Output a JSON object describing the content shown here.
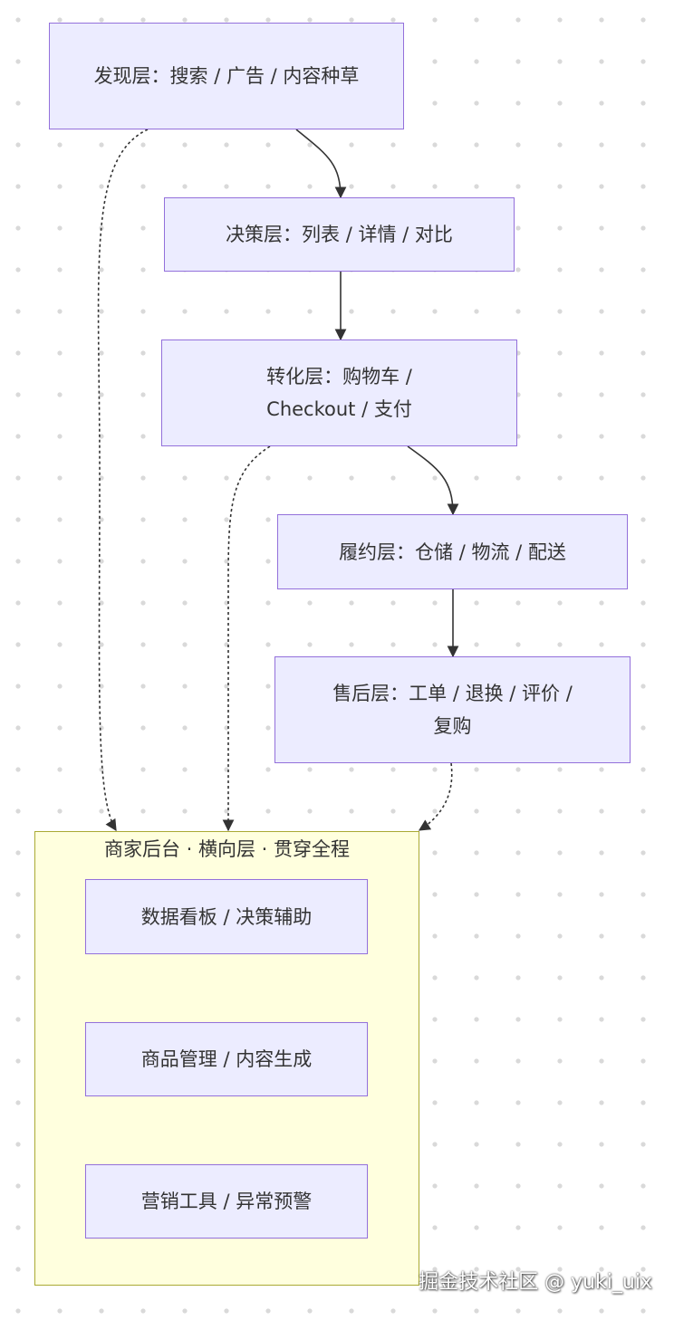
{
  "nodes": {
    "discovery": "发现层：搜索 / 广告 / 内容种草",
    "decision": "决策层：列表 / 详情 / 对比",
    "conversion": "转化层：购物车 / Checkout / 支付",
    "fulfillment": "履约层：仓储 / 物流 / 配送",
    "aftersales": "售后层：工单 / 退换 / 评价 / 复购"
  },
  "merchant": {
    "title": "商家后台 · 横向层 · 贯穿全程",
    "items": [
      "数据看板 / 决策辅助",
      "商品管理 / 内容生成",
      "营销工具 / 异常预警"
    ]
  },
  "watermark": "掘金技术社区 @ yuki_uix",
  "colors": {
    "node_fill": "#ececff",
    "node_border": "#9370db",
    "cluster_fill": "#ffffde",
    "cluster_border": "#aaaa33",
    "edge": "#333333"
  }
}
